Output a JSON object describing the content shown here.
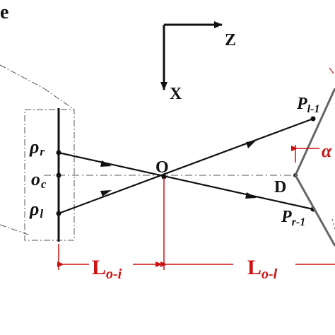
{
  "labels": {
    "corner_letter": "e",
    "axis_z": "Z",
    "axis_x": "X",
    "rho_r_main": "ρ",
    "rho_r_sub": "r",
    "o_c_main": "o",
    "o_c_sub": "c",
    "rho_l_main": "ρ",
    "rho_l_sub": "l",
    "center_O": "O",
    "point_D": "D",
    "p_l1_main": "P",
    "p_l1_sub": "l-1",
    "p_r1_main": "P",
    "p_r1_sub": "r-1",
    "alpha_partial": "α",
    "l_oi_main": "L",
    "l_oi_sub": "o-i",
    "l_ol_main": "L",
    "l_ol_sub": "o-l"
  },
  "colors": {
    "ink": "#111111",
    "dimension": "#cc1111",
    "dashdot": "#555555",
    "reflector": "#666666"
  }
}
